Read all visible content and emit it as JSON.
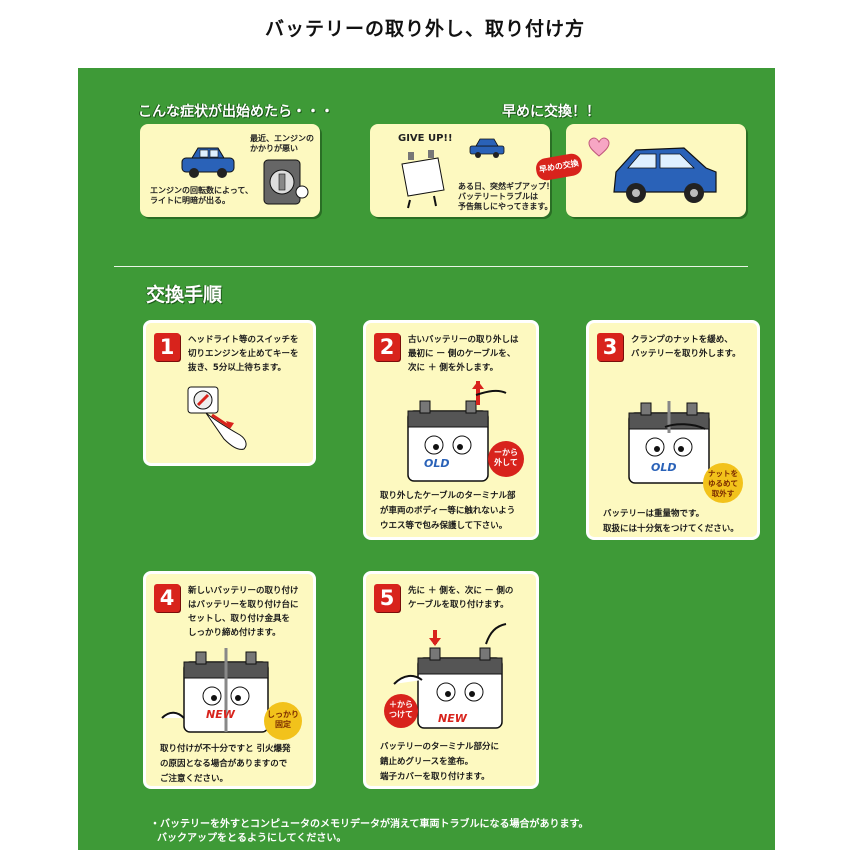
{
  "page": {
    "title": "バッテリーの取り外し、取り付け方"
  },
  "symptoms": {
    "heading": "こんな症状が出始めたら・・・",
    "caption_lights": "エンジンの回転数によって、\nライトに明暗が出る。",
    "caption_start": "最近、エンジンの\nかかりが悪い"
  },
  "replace_early": {
    "heading": "早めに交換！！",
    "give_up": "GIVE UP!!",
    "caption_trouble": "ある日、突然ギブアップ！\nバッテリートラブルは\n予告無しにやってきます。",
    "arrow_label": "早めの交換"
  },
  "procedure": {
    "heading": "交換手順",
    "steps": [
      {
        "number": "1",
        "text": "ヘッドライト等のスイッチを\n切りエンジンを止めてキーを\n抜き、5分以上待ちます。",
        "note": ""
      },
      {
        "number": "2",
        "text": "古いバッテリーの取り外しは\n最初に ー 側のケーブルを、\n次に ＋ 側を外します。",
        "note": "取り外したケーブルのターミナル部\nが車両のボディー等に触れないよう\nウエス等で包み保護して下さい。",
        "badge": "ーから\n外して",
        "battery_label": "OLD"
      },
      {
        "number": "3",
        "text": "クランプのナットを緩め、\nバッテリーを取り外します。",
        "note": "バッテリーは重量物です。\n取扱には十分気をつけてください。",
        "badge": "ナットを\nゆるめて\n取外す",
        "battery_label": "OLD"
      },
      {
        "number": "4",
        "text": "新しいバッテリーの取り付け\nはバッテリーを取り付け台に\nセットし、取り付け金具を\nしっかり締め付けます。",
        "note": "取り付けが不十分ですと 引火爆発\nの原因となる場合がありますので\nご注意ください。",
        "badge": "しっかり\n固定",
        "battery_label": "NEW"
      },
      {
        "number": "5",
        "text": "先に ＋ 側を、次に ー 側の\nケーブルを取り付けます。",
        "note": "バッテリーのターミナル部分に\n錆止めグリースを塗布。\n端子カバーを取り付けます。",
        "badge": "＋から\nつけて",
        "battery_label": "NEW"
      }
    ]
  },
  "footer": {
    "text": "・バッテリーを外すとコンピュータのメモリデータが消えて車両トラブルになる場合があります。\n  バックアップをとるようにしてください。"
  },
  "colors": {
    "green": "#3e9a37",
    "card": "#fdf9c0",
    "step_red": "#d8231c",
    "car_blue": "#2a62b8"
  }
}
